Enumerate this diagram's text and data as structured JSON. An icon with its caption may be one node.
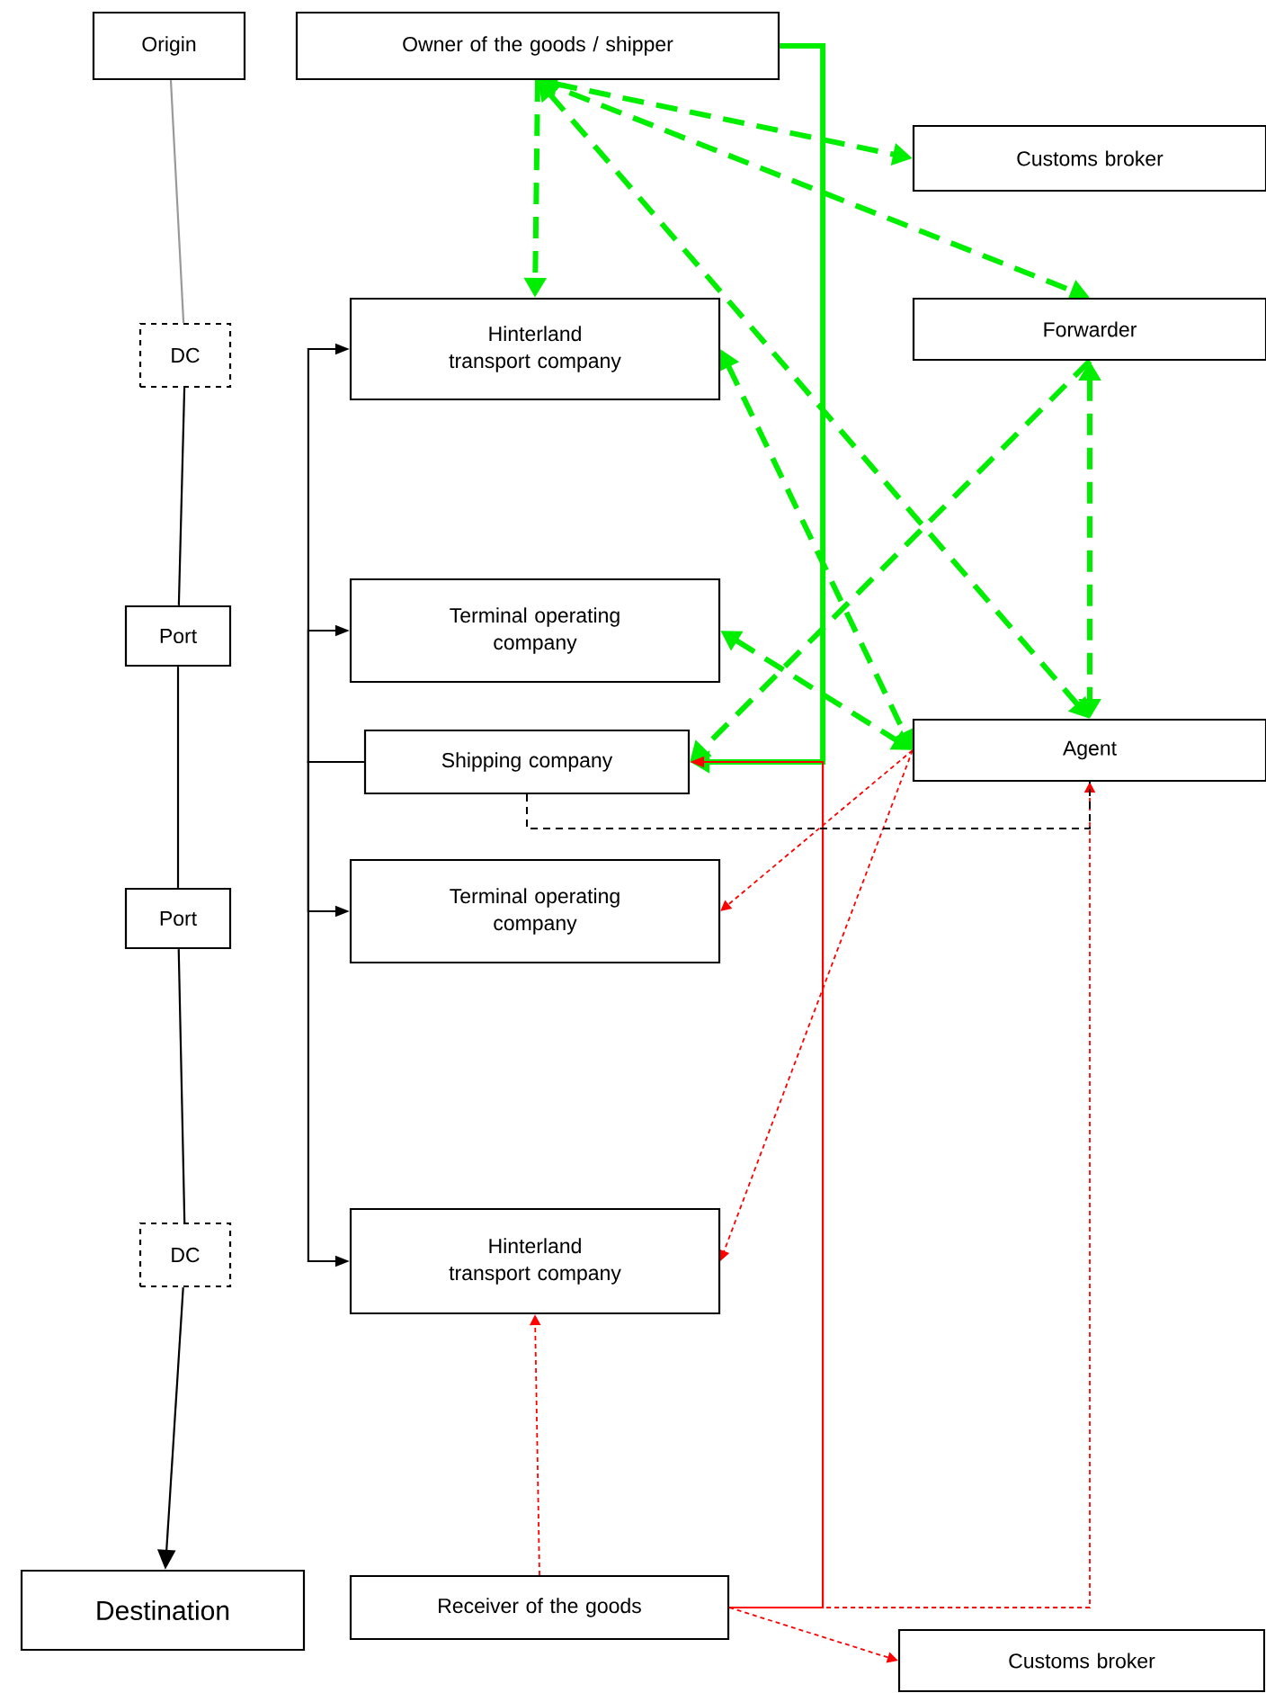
{
  "diagram": {
    "nodes": [
      {
        "text": [
          "Origin"
        ]
      },
      {
        "text": [
          "Owner of the goods / shipper"
        ]
      },
      {
        "text": [
          "Customs broker"
        ]
      },
      {
        "text": [
          "DC"
        ]
      },
      {
        "text": [
          "Hinterland transport company"
        ]
      },
      {
        "text": [
          "Forwarder"
        ]
      },
      {
        "text": [
          "Port"
        ]
      },
      {
        "text": [
          "Terminal operating company"
        ]
      },
      {
        "text": [
          "Shipping company"
        ]
      },
      {
        "text": [
          "Agent"
        ]
      },
      {
        "text": [
          "Port"
        ]
      },
      {
        "text": [
          "Terminal operating company"
        ]
      },
      {
        "text": [
          "DC"
        ]
      },
      {
        "text": [
          "Hinterland transport company"
        ]
      },
      {
        "text": [
          "Destination"
        ]
      },
      {
        "text": [
          "Receiver of the goods"
        ]
      },
      {
        "text": [
          "Customs broker"
        ]
      }
    ],
    "edges": [
      {
        "from": 0,
        "to": 3,
        "arrow": "none",
        "color": "#999999"
      },
      {
        "from": 3,
        "to": 6,
        "arrow": "none",
        "color": "#000000"
      },
      {
        "from": 6,
        "to": 10,
        "arrow": "none",
        "color": "#000000"
      },
      {
        "from": 10,
        "to": 12,
        "arrow": "none",
        "color": "#000000"
      },
      {
        "from": 12,
        "to": 14,
        "arrow": "to",
        "color": "#000000"
      },
      {
        "from": 8,
        "to": 4,
        "arrow": "to",
        "color": "#000000"
      },
      {
        "from": 8,
        "to": 7,
        "arrow": "to",
        "color": "#000000"
      },
      {
        "from": 8,
        "to": 11,
        "arrow": "to",
        "color": "#000000"
      },
      {
        "from": 8,
        "to": 13,
        "arrow": "to",
        "color": "#000000"
      },
      {
        "from": 1,
        "to": 4,
        "arrow": "to",
        "style": "dashed",
        "color": "#00ee00"
      },
      {
        "from": 1,
        "to": 2,
        "arrow": "both",
        "style": "dashed",
        "color": "#00ee00"
      },
      {
        "from": 1,
        "to": 5,
        "arrow": "to",
        "style": "dashed",
        "color": "#00ee00"
      },
      {
        "from": 1,
        "to": 9,
        "arrow": "both",
        "style": "dashed",
        "color": "#00ee00"
      },
      {
        "from": 4,
        "to": 9,
        "arrow": "both",
        "style": "dashed",
        "color": "#00ee00"
      },
      {
        "from": 7,
        "to": 9,
        "arrow": "both",
        "style": "dashed",
        "color": "#00ee00"
      },
      {
        "from": 5,
        "to": 8,
        "arrow": "to",
        "style": "dashed",
        "color": "#00ee00"
      },
      {
        "from": 5,
        "to": 9,
        "arrow": "both",
        "style": "dashed",
        "color": "#00ee00"
      },
      {
        "from": 1,
        "to": 8,
        "arrow": "to",
        "style": "thick",
        "color": "#00ee00"
      },
      {
        "from": 15,
        "to": 8,
        "arrow": "to",
        "color": "#ff0000"
      },
      {
        "from": 9,
        "to": 11,
        "arrow": "to",
        "style": "dashed",
        "color": "#ff0000"
      },
      {
        "from": 9,
        "to": 13,
        "arrow": "to",
        "style": "dashed",
        "color": "#ff0000"
      },
      {
        "from": 15,
        "to": 13,
        "arrow": "to",
        "style": "dashed",
        "color": "#ff0000"
      },
      {
        "from": 15,
        "to": 9,
        "arrow": "to",
        "style": "dashed",
        "color": "#ff0000"
      },
      {
        "from": 15,
        "to": 16,
        "arrow": "to",
        "style": "dashed",
        "color": "#ff0000"
      },
      {
        "from": 8,
        "to": 9,
        "arrow": "none",
        "style": "dashed",
        "color": "#000000"
      }
    ]
  }
}
